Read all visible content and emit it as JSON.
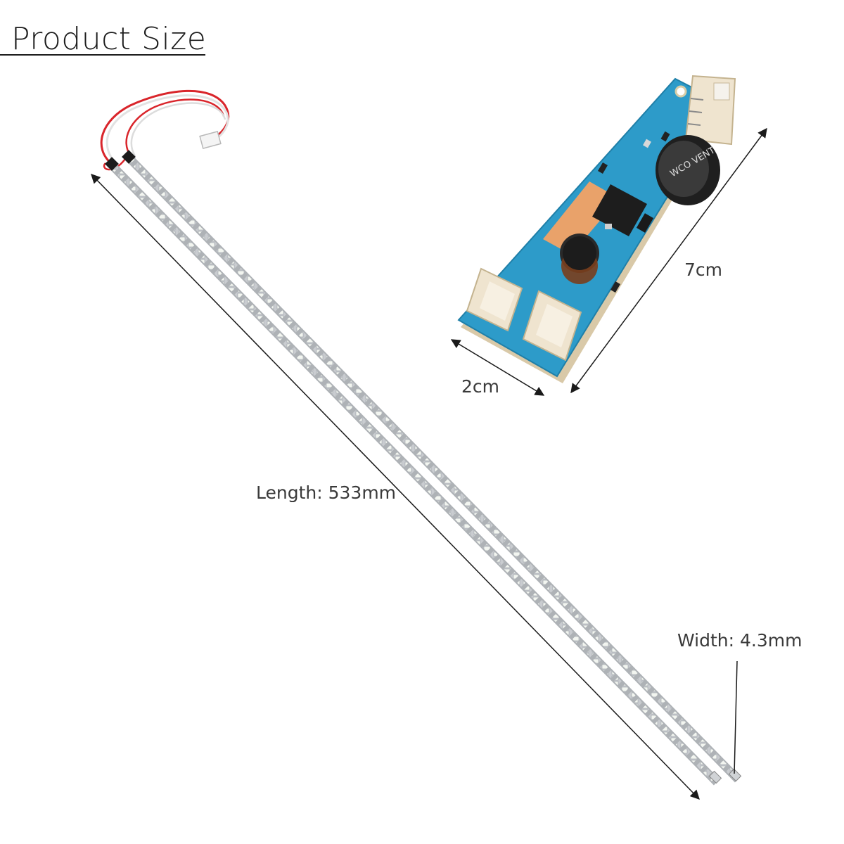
{
  "title": "Product Size",
  "labels": {
    "length": "Length: 533mm",
    "width": "Width: 4.3mm",
    "board_length": "7cm",
    "board_width": "2cm"
  },
  "board_marks": {
    "capacitor": "WCO VENT"
  },
  "colors": {
    "pcb": "#2d9bc9",
    "wire_red": "#d9252b",
    "wire_white": "#e8e8e8",
    "connector": "#efe4cf",
    "dimension_line": "#1a1a1a"
  }
}
